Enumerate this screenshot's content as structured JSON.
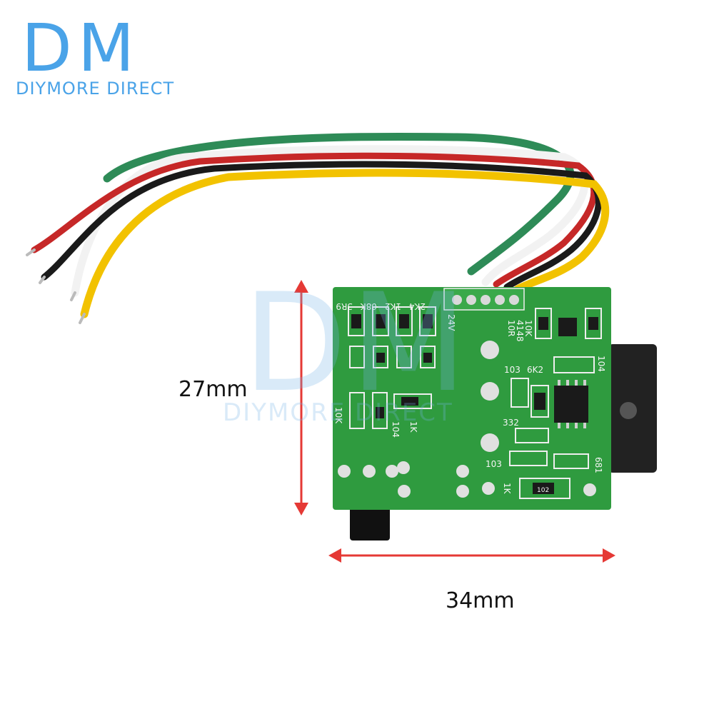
{
  "logo": {
    "mark": "DM",
    "text": "DIYMORE DIRECT"
  },
  "watermark": {
    "mark": "DM",
    "text": "DIYMORE DIRECT"
  },
  "dimensions": {
    "height": "27mm",
    "width": "34mm"
  },
  "pcb_labels": {
    "res_top": [
      "3R9",
      "68K",
      "1K2",
      "2K4"
    ],
    "v24": "24V",
    "r10k": "10K",
    "d4148": "4148",
    "r10r": "10R",
    "r103a": "103",
    "r6k2": "6K2",
    "r104a": "104",
    "r10k_b": "10K",
    "r104_b": "104",
    "r1k_a": "1K",
    "r332": "332",
    "r103b": "103",
    "r681": "681",
    "r1k_b": "1K",
    "smd102": "102"
  },
  "colors": {
    "brand": "#4aa3e8",
    "pcb": "#2f9b3f",
    "arrow": "#e53935",
    "wire_green": "#2e8b57",
    "wire_white": "#f2f2f2",
    "wire_red": "#c62828",
    "wire_black": "#1a1a1a",
    "wire_yellow": "#f2c200"
  }
}
